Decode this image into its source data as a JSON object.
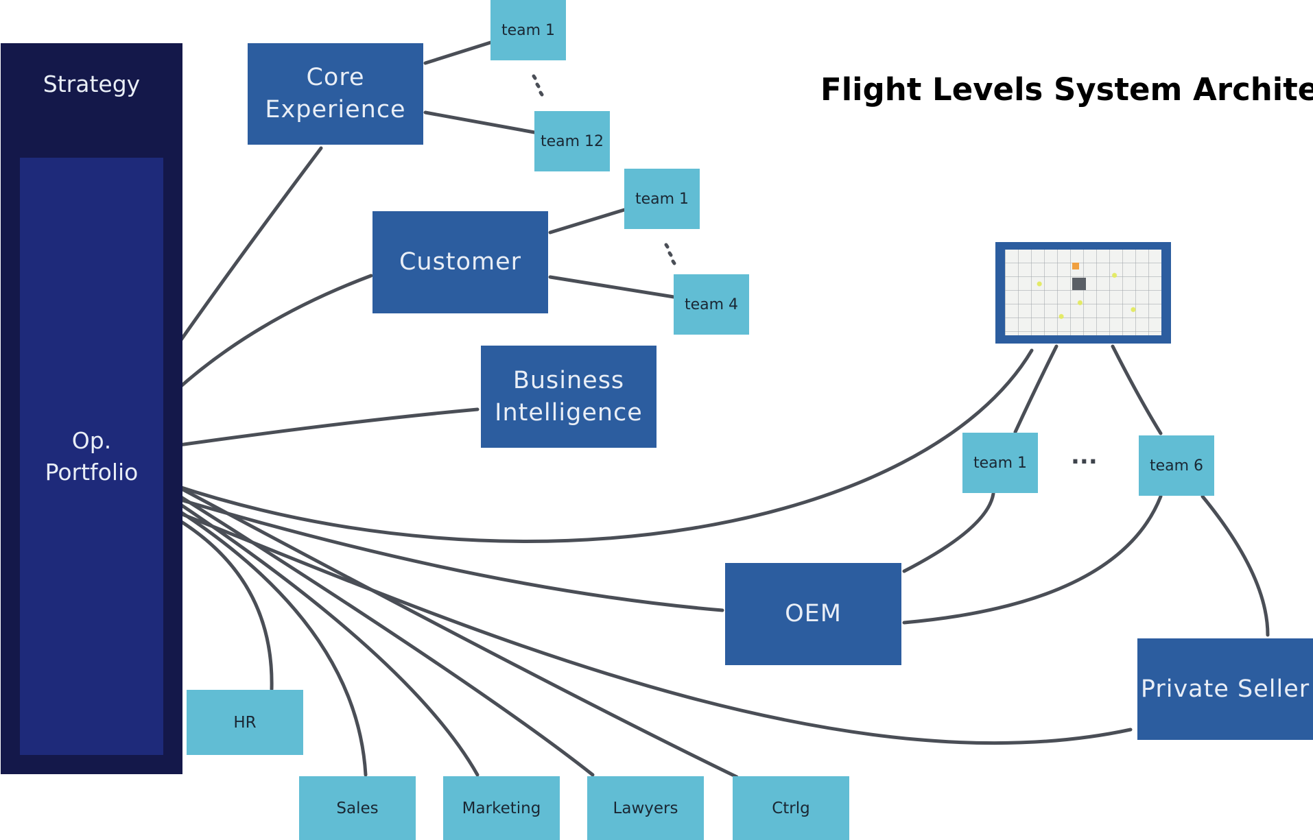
{
  "title": "Flight Levels System Architect",
  "strategy": {
    "label": "Strategy",
    "portfolio_label": "Op.\nPortfolio"
  },
  "initiatives": {
    "core_experience": "Core\nExperience",
    "customer": "Customer",
    "business_intelligence": "Business\nIntelligence",
    "oem": "OEM",
    "private_seller": "Private Seller"
  },
  "teams": {
    "core_first": "team 1",
    "core_last": "team 12",
    "customer_first": "team 1",
    "customer_last": "team 4",
    "shared_first": "team 1",
    "shared_last": "team 6",
    "shared_ellipsis": "..."
  },
  "departments": [
    "HR",
    "Sales",
    "Marketing",
    "Lawyers",
    "Ctrlg"
  ],
  "colors": {
    "strategy_outer": "#14184a",
    "portfolio_inner": "#1e2a7a",
    "initiative_box": "#2c5d9f",
    "team_box": "#61bdd4",
    "connector": "#4a4e56",
    "board_frame": "#2c5d9f"
  }
}
